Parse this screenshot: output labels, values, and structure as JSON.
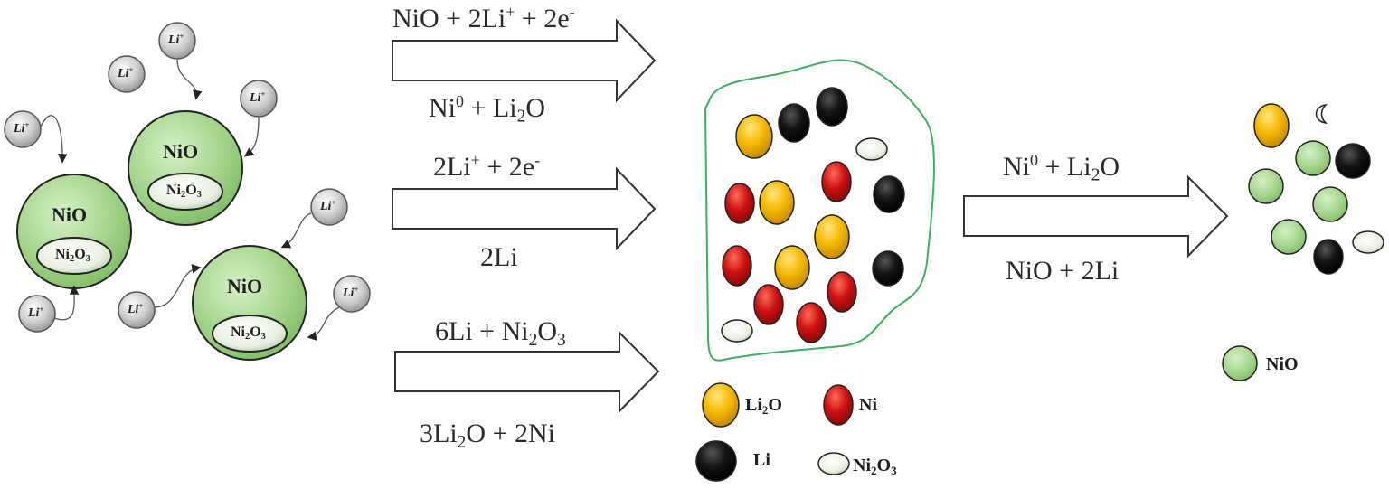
{
  "particles": {
    "nio_label": "NiO",
    "ni2o3_label_base": "Ni",
    "ni2o3_sub1": "2",
    "ni2o3_mid": "O",
    "ni2o3_sub2": "3",
    "li_ion_base": "Li",
    "li_ion_charge": "+"
  },
  "reactions": [
    {
      "reactants": "NiO + 2Li⁺ + 2e⁻",
      "products": "Ni⁰ + Li₂O"
    },
    {
      "reactants": "2Li⁺ + 2e⁻",
      "products": "2Li"
    },
    {
      "reactants": "6Li + Ni₂O₃",
      "products": "3Li₂O + 2Ni"
    },
    {
      "reactants": "Ni⁰ + Li₂O",
      "products": "NiO + 2Li"
    }
  ],
  "eq": {
    "r1_top": {
      "a": "NiO + 2Li",
      "sup1": "+",
      "b": " + 2e",
      "sup2": "-"
    },
    "r1_bot": {
      "a": "Ni",
      "sup1": "0",
      "b": " + Li",
      "sub1": "2",
      "c": "O"
    },
    "r2_top": {
      "a": "2Li",
      "sup1": "+",
      "b": " + 2e",
      "sup2": "-"
    },
    "r2_bot": {
      "a": "2Li"
    },
    "r3_top": {
      "a": "6Li + Ni",
      "sub1": "2",
      "b": "O",
      "sub2": "3"
    },
    "r3_bot": {
      "a": "3Li",
      "sub1": "2",
      "b": "O + 2Ni"
    },
    "r4_top": {
      "a": "Ni",
      "sup1": "0",
      "b": " + Li",
      "sub1": "2",
      "c": "O"
    },
    "r4_bot": {
      "a": "NiO + 2Li"
    }
  },
  "legend": {
    "li2o": {
      "a": "Li",
      "sub": "2",
      "b": "O",
      "color": "#f5b800"
    },
    "ni": {
      "a": "Ni",
      "color": "#cc1010"
    },
    "li": {
      "a": "Li",
      "color": "#111111"
    },
    "ni2o3": {
      "a": "Ni",
      "sub1": "2",
      "b": "O",
      "sub2": "3",
      "color": "#e8f0e0"
    },
    "nio": {
      "a": "NiO",
      "color": "#a8d890"
    }
  },
  "colors": {
    "nio_green": "#a8d890",
    "boundary_green": "#3cb060",
    "li2o_yellow": "#f5b800",
    "ni_red": "#cc1010",
    "li_black": "#111111",
    "ni2o3_white": "#e8f0e0",
    "li_ion_gray": "#c8c8c8"
  }
}
